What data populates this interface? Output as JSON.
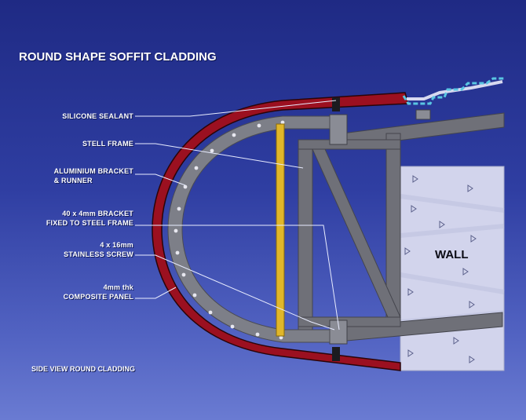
{
  "title": "ROUND SHAPE SOFFIT CLADDING",
  "caption": "SIDE VIEW ROUND CLADDING",
  "wall_label": "WALL",
  "labels": [
    {
      "id": "silicone-sealant",
      "lines": [
        "SILICONE SEALANT"
      ]
    },
    {
      "id": "steel-frame",
      "lines": [
        "STELL FRAME"
      ]
    },
    {
      "id": "aluminium-bracket",
      "lines": [
        "ALUMINIUM BRACKET",
        "& RUNNER"
      ]
    },
    {
      "id": "bracket",
      "lines": [
        "40 x 4mm BRACKET",
        "FIXED TO STEEL FRAME"
      ]
    },
    {
      "id": "screw",
      "lines": [
        "4 x 16mm",
        "STAINLESS SCREW"
      ]
    },
    {
      "id": "panel",
      "lines": [
        "4mm thk",
        "COMPOSITE PANEL"
      ]
    }
  ],
  "colors": {
    "panel": "#9b1020",
    "bracket": "#7d7f88",
    "frame": "#6f7078",
    "stud": "#e0b62a",
    "wall": "#d2d4ec",
    "roof": "#59c6e2"
  }
}
